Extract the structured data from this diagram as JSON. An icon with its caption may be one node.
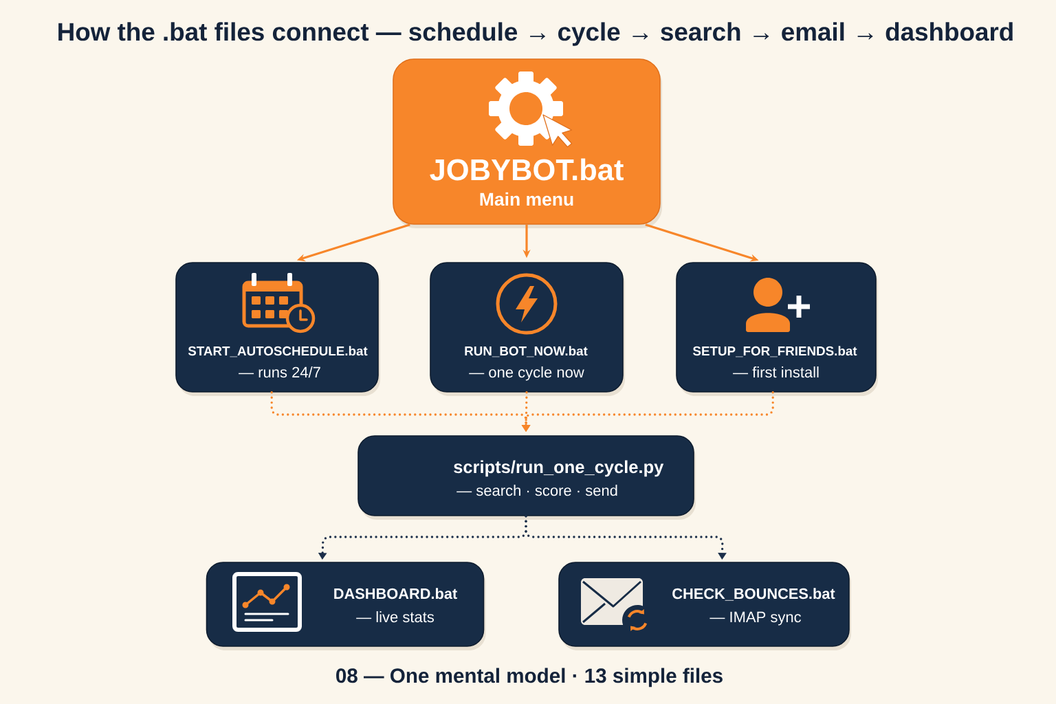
{
  "diagram": {
    "title": "How the .bat files connect — schedule → cycle → search → email → dashboard",
    "caption": "08 — One mental model · 13 simple files",
    "nodes": [
      {
        "text": [
          "JOBYBOT.bat",
          "Main menu"
        ]
      },
      {
        "text": [
          "START_AUTOSCHEDULE.bat",
          "— runs 24/7"
        ]
      },
      {
        "text": [
          "RUN_BOT_NOW.bat",
          "— one cycle now"
        ]
      },
      {
        "text": [
          "SETUP_FOR_FRIENDS.bat",
          "— first install"
        ]
      },
      {
        "text": [
          "scripts/run_one_cycle.py",
          "— search · score · send"
        ]
      },
      {
        "text": [
          "DASHBOARD.bat",
          "— live stats"
        ]
      },
      {
        "text": [
          "CHECK_BOUNCES.bat",
          "— IMAP sync"
        ]
      }
    ],
    "edges": [
      {
        "from": 0,
        "to": 1,
        "arrow": "to"
      },
      {
        "from": 0,
        "to": 2,
        "arrow": "to"
      },
      {
        "from": 0,
        "to": 3,
        "arrow": "to"
      },
      {
        "from": 1,
        "to": 4,
        "arrow": "to",
        "style": "dashed"
      },
      {
        "from": 2,
        "to": 4,
        "arrow": "to",
        "style": "dashed"
      },
      {
        "from": 3,
        "to": 4,
        "arrow": "to",
        "style": "dashed"
      },
      {
        "from": 4,
        "to": 5,
        "arrow": "to",
        "style": "dashed",
        "color": "#1c2f4a"
      },
      {
        "from": 4,
        "to": 6,
        "arrow": "to",
        "style": "dashed",
        "color": "#1c2f4a"
      }
    ]
  }
}
